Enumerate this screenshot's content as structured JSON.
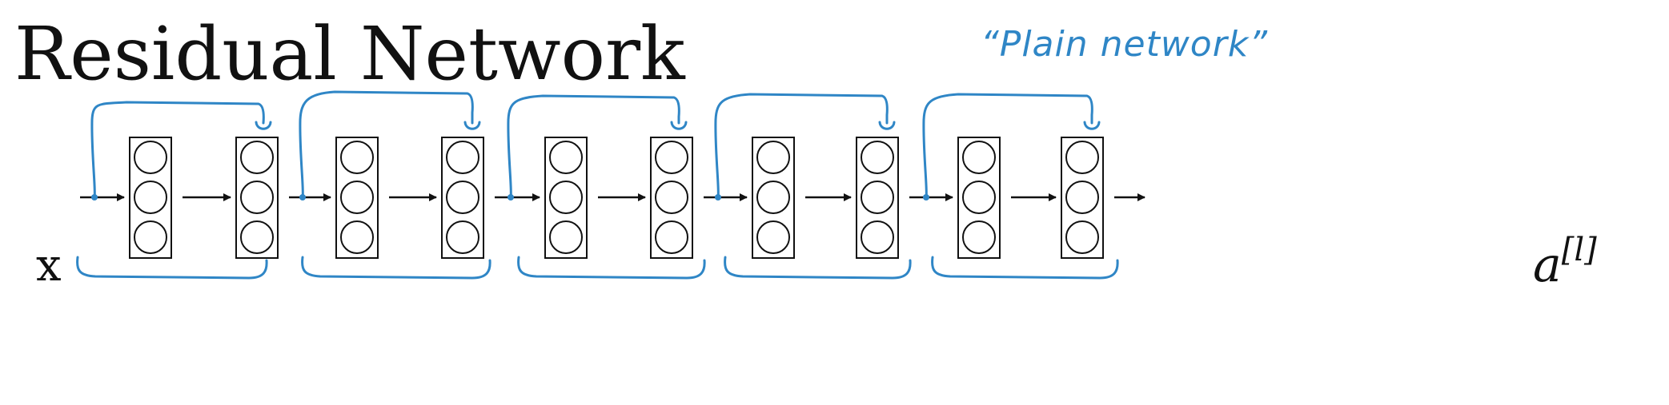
{
  "title": "Residual Network",
  "annotation": "“Plain network”",
  "input_label": "x",
  "output_label": {
    "base": "a",
    "superscript": "[l]"
  },
  "blocks": [
    {
      "layers": 2,
      "neurons_per_layer": 3
    },
    {
      "layers": 2,
      "neurons_per_layer": 3
    },
    {
      "layers": 2,
      "neurons_per_layer": 3
    },
    {
      "layers": 2,
      "neurons_per_layer": 3
    },
    {
      "layers": 2,
      "neurons_per_layer": 3
    }
  ],
  "colors": {
    "ink": "#111111",
    "annotation": "#2f86c6"
  }
}
